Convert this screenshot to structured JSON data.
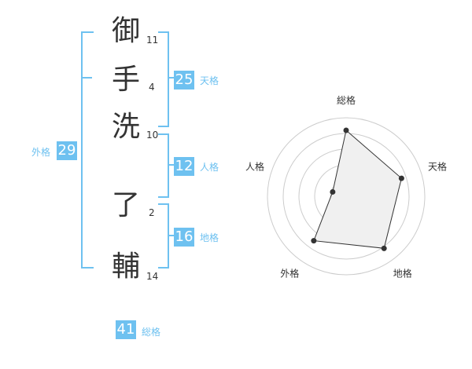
{
  "name": {
    "characters": [
      {
        "char": "御",
        "strokes": "11"
      },
      {
        "char": "手",
        "strokes": "4"
      },
      {
        "char": "洗",
        "strokes": "10"
      },
      {
        "char": "了",
        "strokes": "2"
      },
      {
        "char": "輔",
        "strokes": "14"
      }
    ]
  },
  "fortune": {
    "tenkaku": {
      "value": "25",
      "label": "天格"
    },
    "jinkaku": {
      "value": "12",
      "label": "人格"
    },
    "chikaku": {
      "value": "16",
      "label": "地格"
    },
    "gaikaku": {
      "value": "29",
      "label": "外格"
    },
    "soukaku": {
      "value": "41",
      "label": "総格"
    }
  },
  "colors": {
    "accent": "#6ec1f0",
    "text": "#333333",
    "ring": "#cccccc",
    "fill": "#f0f0f0"
  },
  "chart_data": {
    "type": "radar",
    "axes": [
      "総格",
      "天格",
      "地格",
      "外格",
      "人格"
    ],
    "max": 5,
    "values": [
      4.2,
      3.7,
      4.1,
      3.5,
      0.9
    ]
  }
}
